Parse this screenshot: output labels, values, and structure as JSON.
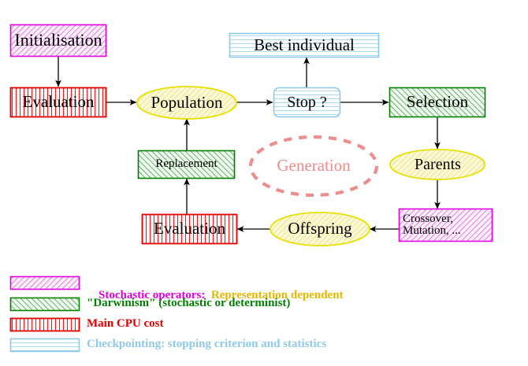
{
  "diagram": {
    "title": "Evolutionary Algorithm Cycle",
    "nodes": {
      "initialisation": {
        "label": "Initialisation",
        "category": "stochastic-operators"
      },
      "evaluation_top": {
        "label": "Evaluation",
        "category": "main-cpu-cost"
      },
      "population": {
        "label": "Population",
        "category": "population"
      },
      "stop": {
        "label": "Stop ?",
        "category": "checkpointing"
      },
      "selection": {
        "label": "Selection",
        "category": "darwinism"
      },
      "best_individual": {
        "label": "Best individual",
        "category": "checkpointing"
      },
      "parents": {
        "label": "Parents",
        "category": "population"
      },
      "crossover": {
        "label_line1": "Crossover,",
        "label_line2": "Mutation, ...",
        "category": "stochastic-operators"
      },
      "offspring": {
        "label": "Offspring",
        "category": "population"
      },
      "evaluation_bottom": {
        "label": "Evaluation",
        "category": "main-cpu-cost"
      },
      "replacement": {
        "label": "Replacement",
        "category": "darwinism"
      },
      "generation": {
        "label": "Generation",
        "category": "annotation"
      }
    },
    "edges": [
      {
        "from": "initialisation",
        "to": "evaluation_top"
      },
      {
        "from": "evaluation_top",
        "to": "population"
      },
      {
        "from": "population",
        "to": "stop"
      },
      {
        "from": "stop",
        "to": "best_individual"
      },
      {
        "from": "stop",
        "to": "selection"
      },
      {
        "from": "selection",
        "to": "parents"
      },
      {
        "from": "parents",
        "to": "crossover"
      },
      {
        "from": "crossover",
        "to": "offspring"
      },
      {
        "from": "offspring",
        "to": "evaluation_bottom"
      },
      {
        "from": "evaluation_bottom",
        "to": "replacement"
      },
      {
        "from": "replacement",
        "to": "population"
      }
    ]
  },
  "legend": {
    "items": [
      {
        "swatch": "magenta-diagonal-hatch",
        "text": "Stochastic operators:",
        "text2": "Representation dependent",
        "color": "#e000e0",
        "color2": "#e5b800"
      },
      {
        "swatch": "green-diagonal-hatch",
        "text": "\"Darwinism\" (stochastic or determinist)",
        "text2": "",
        "color": "#008000",
        "color2": ""
      },
      {
        "swatch": "red-vertical-hatch",
        "text": "Main CPU cost",
        "text2": "",
        "color": "#e00000",
        "color2": ""
      },
      {
        "swatch": "blue-horizontal-hatch",
        "text": "Checkpointing: stopping criterion and statistics",
        "text2": "",
        "color": "#8ecae8",
        "color2": ""
      }
    ]
  },
  "colors": {
    "magenta": "#e000e0",
    "green": "#008000",
    "red": "#e00000",
    "lightblue": "#8ecae8",
    "yellow": "#e8e000",
    "salmon": "#ef8c8c",
    "gold": "#e5b800",
    "arrow": "#000000",
    "background": "#ffffff"
  }
}
